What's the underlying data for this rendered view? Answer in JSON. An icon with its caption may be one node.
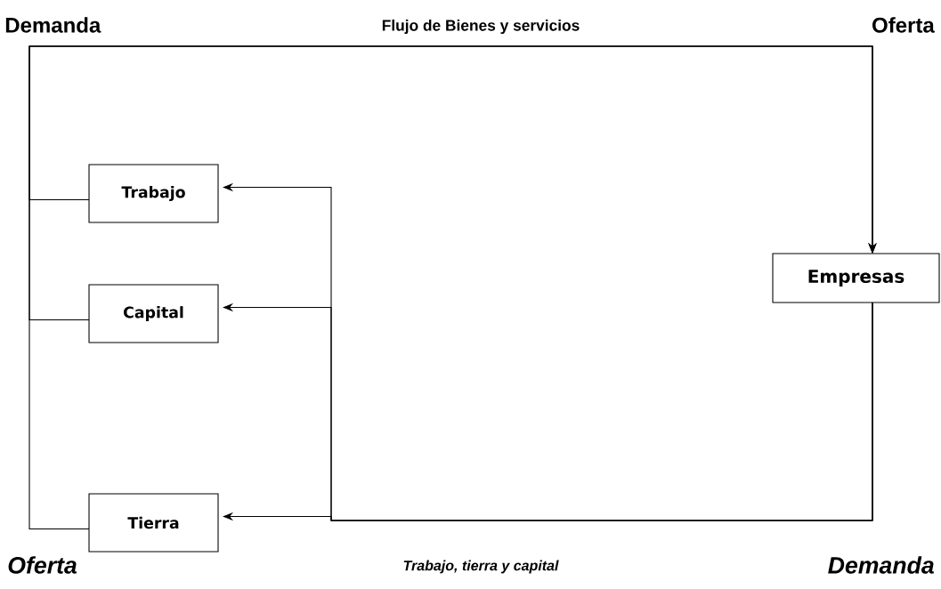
{
  "diagram": {
    "nodes": [
      {
        "text": [
          "Trabajo"
        ]
      },
      {
        "text": [
          "Capital"
        ]
      },
      {
        "text": [
          "Tierra"
        ]
      },
      {
        "text": [
          "Empresas"
        ]
      }
    ],
    "edges": [
      {
        "from": 0,
        "to": 3,
        "arrow": "to"
      },
      {
        "from": 1,
        "to": 3,
        "arrow": "to"
      },
      {
        "from": 2,
        "to": 3,
        "arrow": "to"
      },
      {
        "from": 3,
        "to": 0,
        "arrow": "to"
      },
      {
        "from": 3,
        "to": 1,
        "arrow": "to"
      },
      {
        "from": 3,
        "to": 2,
        "arrow": "to"
      }
    ],
    "labels": [
      "Demanda",
      "Flujo de Bienes y servicios",
      "Oferta",
      "Oferta",
      "Trabajo, tierra y capital",
      "Demanda"
    ]
  }
}
